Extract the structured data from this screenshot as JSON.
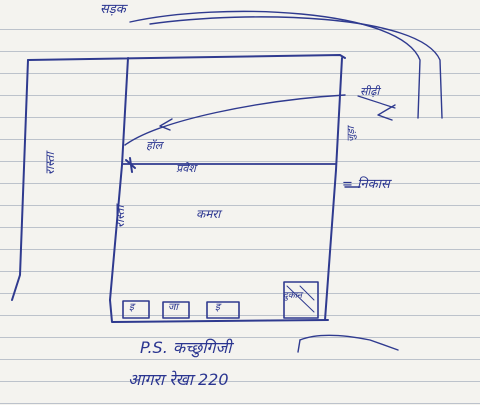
{
  "document": {
    "top_text": "सड़क",
    "labels": {
      "left_strip": "रास्ता",
      "inner_left_strip": "रास्ता",
      "corridor": "हॉल",
      "entrance": "प्रवेश",
      "main_room": "कमरा",
      "top_right": "सीढ़ी",
      "right_edge": "जुड़ा",
      "side_note": "= निकास",
      "small_box_1": "इ",
      "small_box_2": "जा",
      "small_box_3": "इ",
      "corner_box": "दुकान"
    },
    "footer": {
      "line1": "P.S. कच्छुगिजी",
      "line2": "आगरा रेखा 220"
    }
  },
  "colors": {
    "ink": "#2f3a8f",
    "paper": "#f4f3ef",
    "rule": "#8796ab"
  }
}
